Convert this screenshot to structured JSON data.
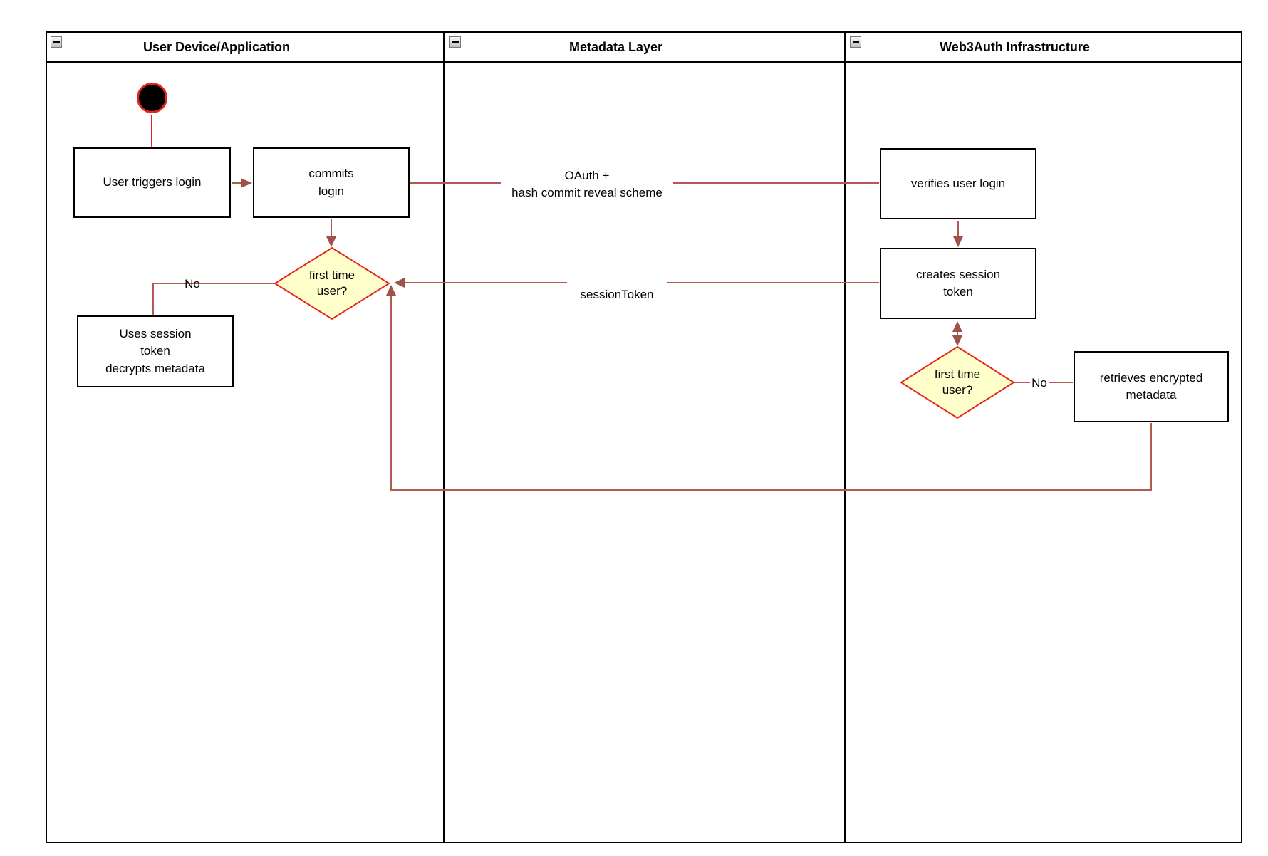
{
  "lanes": [
    {
      "title": "User Device/Application"
    },
    {
      "title": "Metadata Layer"
    },
    {
      "title": "Web3Auth Infrastructure"
    }
  ],
  "collapse_glyph": "minus",
  "nodes": {
    "user_triggers_login": "User triggers login",
    "commits_login": "commits\nlogin",
    "first_time_user_device": "first time\nuser?",
    "uses_session_token": "Uses session\ntoken\ndecrypts metadata",
    "verifies_user_login": "verifies user login",
    "creates_session_token": "creates session\ntoken",
    "first_time_user_infra": "first time\nuser?",
    "retrieves_encrypted_metadata": "retrieves encrypted\nmetadata"
  },
  "edge_labels": {
    "oauth": "OAuth +\nhash commit reveal scheme",
    "session_token": "sessionToken",
    "no_device": "No",
    "no_infra": "No"
  },
  "colors": {
    "connector": "#b05a50",
    "arrow": "#9e524a",
    "highlight_red": "#e8231a",
    "diamond_fill": "#ffffcc",
    "diamond_border": "#e8231a",
    "border": "#000000",
    "background": "#ffffff"
  }
}
